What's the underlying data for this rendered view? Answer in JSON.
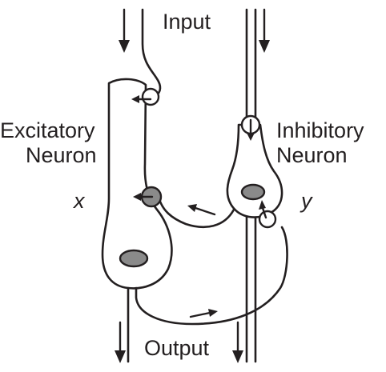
{
  "labels": {
    "input": "Input",
    "output": "Output",
    "excitatory_line1": "Excitatory",
    "excitatory_line2": "Neuron",
    "inhibitory_line1": "Inhibitory",
    "inhibitory_line2": "Neuron",
    "var_x": "x",
    "var_y": "y"
  },
  "colors": {
    "ink": "#231f20",
    "nucleus_fill": "#8a8a8a",
    "background": "#ffffff"
  }
}
